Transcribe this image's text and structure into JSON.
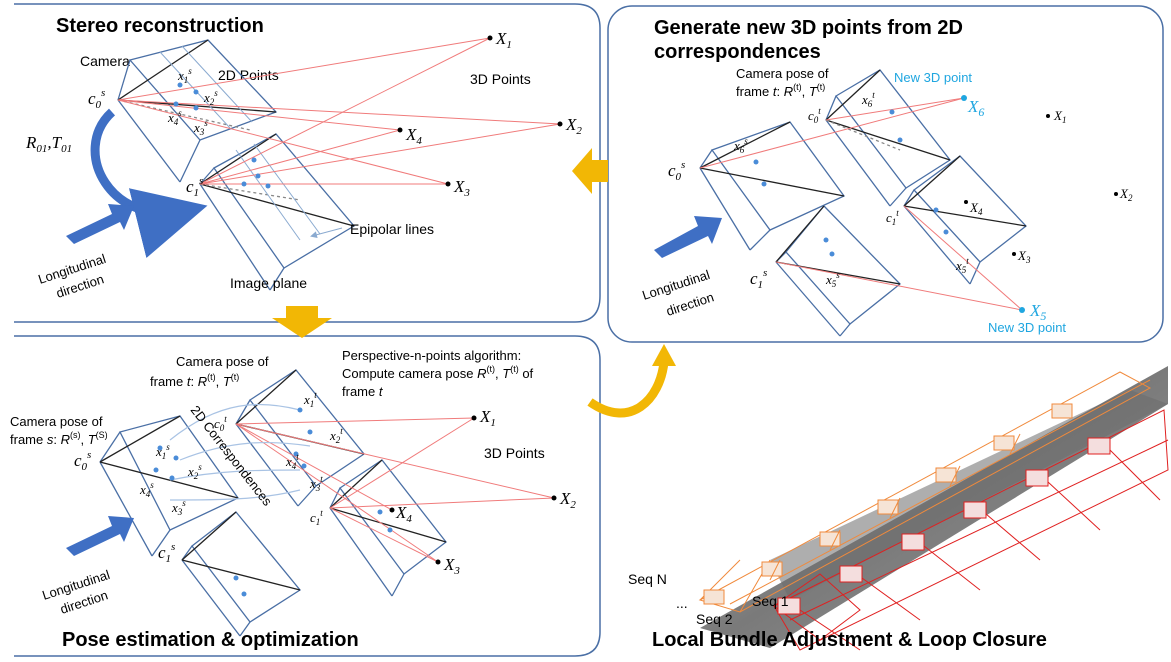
{
  "panels": {
    "stereo": {
      "title": "Stereo reconstruction",
      "camera": "Camera",
      "points2d": "2D Points",
      "points3d": "3D Points",
      "rotation_translation": "R01,T01",
      "epipolar": "Epipolar lines",
      "image_plane": "Image plane",
      "longitudinal": [
        "Longitudinal",
        "direction"
      ]
    },
    "generate": {
      "title": [
        "Generate new 3D points from 2D",
        "correspondences"
      ],
      "pose_label": [
        "Camera pose of",
        "frame t: R(t), T(t)"
      ],
      "new3d_top": "New 3D point",
      "new3d_bottom": "New 3D point",
      "longitudinal": [
        "Longitudinal",
        "direction"
      ]
    },
    "pose": {
      "title": "Pose estimation & optimization",
      "pose_t": [
        "Camera pose of",
        "frame t: R(t), T(t)"
      ],
      "pose_s": [
        "Camera pose of",
        "frame s: R(s), T(S)"
      ],
      "pnp": [
        "Perspective-n-points algorithm:",
        "Compute camera pose R(t), T(t) of",
        "frame t"
      ],
      "correspondences": "2D Correspondences",
      "points3d": "3D Points",
      "longitudinal": [
        "Longitudinal",
        "direction"
      ]
    },
    "bundle": {
      "title": "Local Bundle Adjustment & Loop Closure",
      "seq_n": "Seq N",
      "ellipsis": "...",
      "seq_2": "Seq 2",
      "seq_1": "Seq 1"
    }
  },
  "colors": {
    "frame": "#4a6fa5",
    "camera_line": "#8aaad0",
    "ray": "#f07b7b",
    "arrow_blue": "#3f6fc4",
    "arrow_gold": "#f2b705",
    "accent_cyan": "#1fa6e0",
    "orange_frames": "#f08a3c",
    "red_frames": "#e02020"
  }
}
